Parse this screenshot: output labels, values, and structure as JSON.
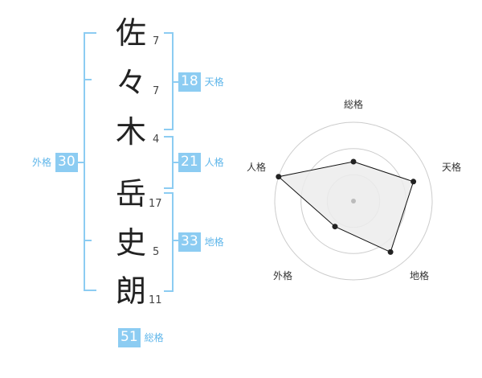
{
  "name": {
    "characters": [
      {
        "char": "佐",
        "strokes": "7"
      },
      {
        "char": "々",
        "strokes": "7"
      },
      {
        "char": "木",
        "strokes": "4"
      },
      {
        "char": "岳",
        "strokes": "17"
      },
      {
        "char": "史",
        "strokes": "5"
      },
      {
        "char": "朗",
        "strokes": "11"
      }
    ]
  },
  "fortunes": {
    "tenkaku": {
      "label": "天格",
      "value": "18"
    },
    "jinkaku": {
      "label": "人格",
      "value": "21"
    },
    "chikaku": {
      "label": "地格",
      "value": "33"
    },
    "gaikaku": {
      "label": "外格",
      "value": "30"
    },
    "soukaku": {
      "label": "総格",
      "value": "51"
    }
  },
  "chart_data": {
    "type": "radar",
    "axes": [
      "総格",
      "天格",
      "地格",
      "外格",
      "人格"
    ],
    "values": [
      0.5,
      0.8,
      0.8,
      0.4,
      1.0
    ],
    "range": [
      0,
      1
    ],
    "rings": 3,
    "colors": {
      "fill": "#ececec",
      "stroke": "#111111",
      "ring": "#cccccc"
    }
  },
  "colors": {
    "accent": "#8cccf2",
    "label": "#5fb6ea"
  }
}
